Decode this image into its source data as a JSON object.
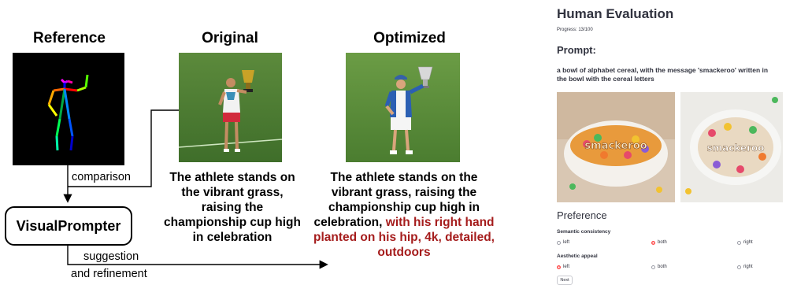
{
  "diagram": {
    "titles": {
      "reference": "Reference",
      "original": "Original",
      "optimized": "Optimized"
    },
    "original_caption": "The athlete stands on the vibrant grass, raising the championship cup high in celebration",
    "optimized_caption_main": "The athlete stands on the vibrant grass, raising the championship cup high in celebration,",
    "optimized_caption_added": " with his right hand planted on his hip, 4k, detailed, outdoors",
    "visual_prompter_label": "VisualPrompter",
    "comparison_label": "comparison",
    "suggestion_label": "suggestion",
    "refinement_label": "and refinement",
    "colors": {
      "highlight": "#a51c1c",
      "pose_bg": "#000000"
    }
  },
  "evaluation_ui": {
    "title": "Human Evaluation",
    "progress_text": "Progress: 13/100",
    "prompt_heading": "Prompt:",
    "prompt_text": "a bowl of alphabet cereal, with the message 'smackeroo' written in the bowl with the cereal letters",
    "preference_heading": "Preference",
    "groups": [
      {
        "label": "Semantic consistency",
        "options": [
          "left",
          "both",
          "right"
        ],
        "selected": "both"
      },
      {
        "label": "Aesthetic appeal",
        "options": [
          "left",
          "both",
          "right"
        ],
        "selected": "left"
      }
    ],
    "next_label": "Next",
    "accent_color": "#ff4b4b",
    "image_text": "smackeroo"
  }
}
